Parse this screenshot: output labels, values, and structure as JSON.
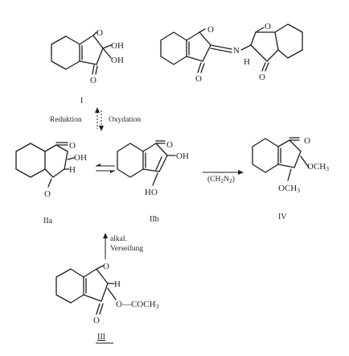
{
  "compounds": {
    "I": {
      "label": "I",
      "substituents": [
        "O",
        "OH",
        "OH",
        "O"
      ]
    },
    "dimer": {
      "substituents": [
        "O",
        "N",
        "H",
        "O",
        "O"
      ]
    },
    "IIa": {
      "label": "IIa",
      "substituents": [
        "O",
        "OH",
        "H",
        "O"
      ]
    },
    "IIb": {
      "label": "IIb",
      "substituents": [
        "O",
        "OH",
        "HO"
      ]
    },
    "IV": {
      "label": "IV",
      "substituents": [
        "O",
        "OCH",
        "3",
        "OCH",
        "3"
      ]
    },
    "III": {
      "label": "III",
      "substituents": [
        "O",
        "H",
        "O",
        "COCH",
        "3",
        "O"
      ]
    }
  },
  "reactions": {
    "redox": {
      "left": "Reduktion",
      "right": "Oxydation"
    },
    "methylation": {
      "reagent": "(CH",
      "reagent_sub": "2",
      "reagent_n": "N",
      "reagent_sub2": "2",
      "reagent_close": ")"
    },
    "hydrolysis": {
      "line1": "alkal.",
      "line2": "Verseifung"
    }
  }
}
